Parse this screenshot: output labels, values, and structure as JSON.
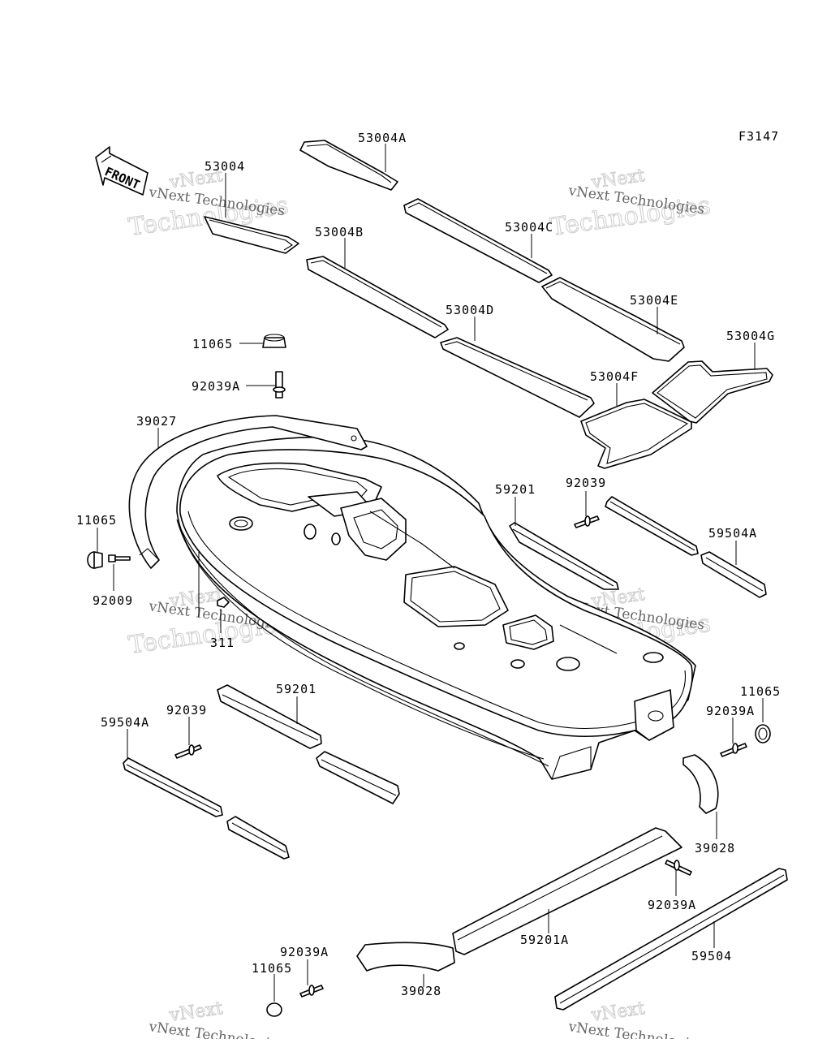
{
  "figure_code": "F3147",
  "front_label": "FRONT",
  "watermark": {
    "brand": "vNext",
    "technologies": "Technologies",
    "caption": "vNext Technologies"
  },
  "callouts": [
    {
      "id": "53004",
      "text": "53004"
    },
    {
      "id": "53004A",
      "text": "53004A"
    },
    {
      "id": "53004B",
      "text": "53004B"
    },
    {
      "id": "53004C",
      "text": "53004C"
    },
    {
      "id": "53004D",
      "text": "53004D"
    },
    {
      "id": "53004E",
      "text": "53004E"
    },
    {
      "id": "53004F",
      "text": "53004F"
    },
    {
      "id": "53004G",
      "text": "53004G"
    },
    {
      "id": "11065-top",
      "text": "11065"
    },
    {
      "id": "92039A-top",
      "text": "92039A"
    },
    {
      "id": "39027",
      "text": "39027"
    },
    {
      "id": "11065-left",
      "text": "11065"
    },
    {
      "id": "92009",
      "text": "92009"
    },
    {
      "id": "311",
      "text": "311"
    },
    {
      "id": "59201-right",
      "text": "59201"
    },
    {
      "id": "92039-right",
      "text": "92039"
    },
    {
      "id": "59504A-right",
      "text": "59504A"
    },
    {
      "id": "59201-left",
      "text": "59201"
    },
    {
      "id": "92039-left",
      "text": "92039"
    },
    {
      "id": "59504A-left",
      "text": "59504A"
    },
    {
      "id": "11065-right",
      "text": "11065"
    },
    {
      "id": "92039A-right",
      "text": "92039A"
    },
    {
      "id": "39028-right",
      "text": "39028"
    },
    {
      "id": "92039A-mid",
      "text": "92039A"
    },
    {
      "id": "59201A",
      "text": "59201A"
    },
    {
      "id": "59504",
      "text": "59504"
    },
    {
      "id": "92039A-bottom",
      "text": "92039A"
    },
    {
      "id": "11065-bottom",
      "text": "11065"
    },
    {
      "id": "39028-bottom",
      "text": "39028"
    }
  ]
}
